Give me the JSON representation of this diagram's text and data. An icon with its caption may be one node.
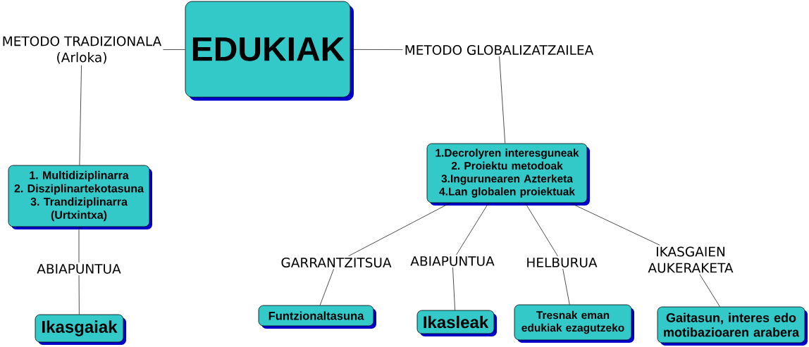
{
  "diagram": {
    "nodes": [
      {
        "text": [
          "METODO TRADIZIONALA (Arloka)"
        ]
      },
      {
        "text": [
          "EDUKIAK"
        ]
      },
      {
        "text": [
          "METODO GLOBALIZATZAILEA"
        ]
      },
      {
        "text": [
          "1. Multidiziplinarra",
          "2. Disziplinartekotasuna",
          "3. Trandiziplinarra (Urtxintxa)"
        ]
      },
      {
        "text": [
          "1.Decrolyren interesguneak",
          "2. Proiektu metodoak",
          "3.Ingurunearen Azterketa",
          "4.Lan globalen proiektuak"
        ]
      },
      {
        "text": [
          "ABIAPUNTUA"
        ]
      },
      {
        "text": [
          "GARRANTZITSUA"
        ]
      },
      {
        "text": [
          "ABIAPUNTUA"
        ]
      },
      {
        "text": [
          "HELBURUA"
        ]
      },
      {
        "text": [
          "IKASGAIEN AUKERAKETA"
        ]
      },
      {
        "text": [
          "Ikasgaiak"
        ]
      },
      {
        "text": [
          "Funtzionaltasuna"
        ]
      },
      {
        "text": [
          "Ikasleak"
        ]
      },
      {
        "text": [
          "Tresnak eman edukiak ezagutzeko"
        ]
      },
      {
        "text": [
          "Gaitasun, interes edo motibazioaren arabera"
        ]
      }
    ],
    "edges": [
      {
        "from": 1,
        "to": 0,
        "arrow": "none"
      },
      {
        "from": 1,
        "to": 2,
        "arrow": "none"
      },
      {
        "from": 0,
        "to": 3,
        "arrow": "none"
      },
      {
        "from": 2,
        "to": 4,
        "arrow": "none"
      },
      {
        "from": 3,
        "to": 5,
        "arrow": "none"
      },
      {
        "from": 5,
        "to": 10,
        "arrow": "none"
      },
      {
        "from": 4,
        "to": 6,
        "arrow": "none"
      },
      {
        "from": 4,
        "to": 7,
        "arrow": "none"
      },
      {
        "from": 4,
        "to": 8,
        "arrow": "none"
      },
      {
        "from": 4,
        "to": 9,
        "arrow": "none"
      },
      {
        "from": 6,
        "to": 11,
        "arrow": "none"
      },
      {
        "from": 7,
        "to": 12,
        "arrow": "none"
      },
      {
        "from": 8,
        "to": 13,
        "arrow": "none"
      },
      {
        "from": 9,
        "to": 14,
        "arrow": "none"
      }
    ]
  }
}
